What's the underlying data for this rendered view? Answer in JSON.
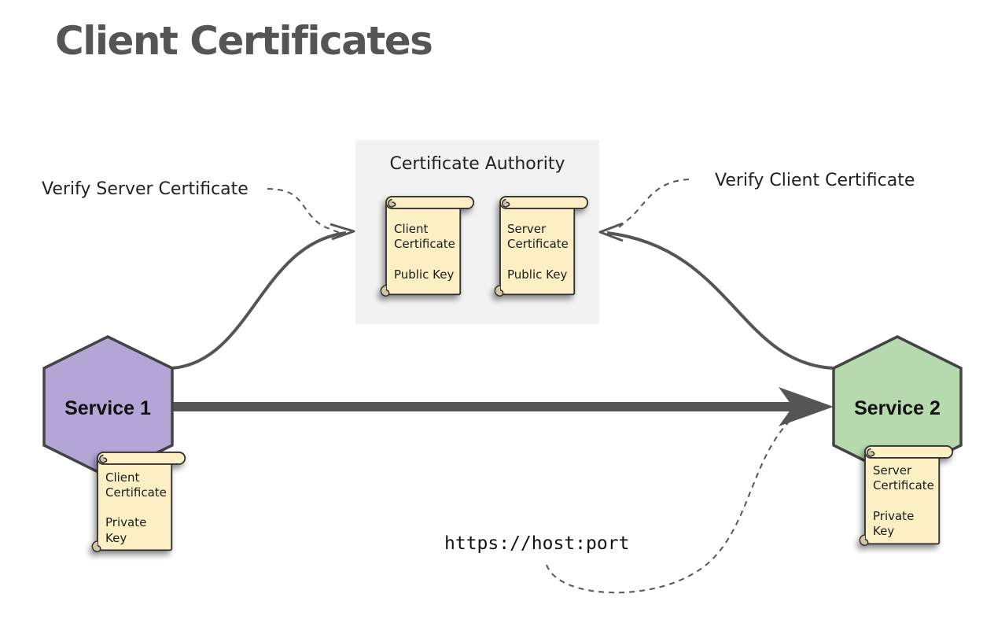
{
  "title": "Client Certificates",
  "certificate_authority": {
    "title": "Certificate Authority",
    "client_cert": {
      "line1": "Client",
      "line2": "Certificate",
      "line3": "Public Key"
    },
    "server_cert": {
      "line1": "Server",
      "line2": "Certificate",
      "line3": "Public Key"
    }
  },
  "labels": {
    "verify_server": "Verify Server Certificate",
    "verify_client": "Verify Client Certificate",
    "url": "https://host:port"
  },
  "service1": {
    "name": "Service 1",
    "color": "#b3a6d6",
    "cert": {
      "line1": "Client",
      "line2": "Certificate",
      "line3": "Private",
      "line4": "Key"
    }
  },
  "service2": {
    "name": "Service 2",
    "color": "#b7d9ae",
    "cert": {
      "line1": "Server",
      "line2": "Certificate",
      "line3": "Private",
      "line4": "Key"
    }
  },
  "colors": {
    "arrow": "#555555",
    "ca_background": "#f2f2f2",
    "scroll_paper": "#fcefc4"
  }
}
